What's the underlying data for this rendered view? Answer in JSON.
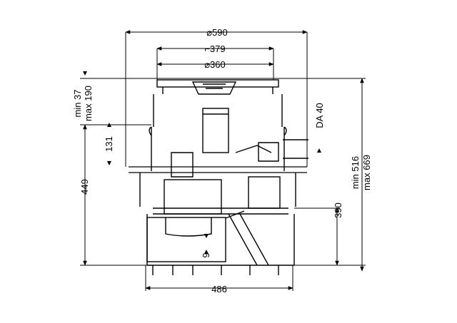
{
  "dimensions": {
    "d590": "⌀590",
    "sq379": "⌐379",
    "d360": "⌀360",
    "min37": "min 37",
    "max190": "max 190",
    "v131": "131",
    "v449": "449",
    "da40": "DA 40",
    "v9": "9",
    "v486": "486",
    "v390": "390",
    "min516": "min 516",
    "max669": "max 669"
  }
}
